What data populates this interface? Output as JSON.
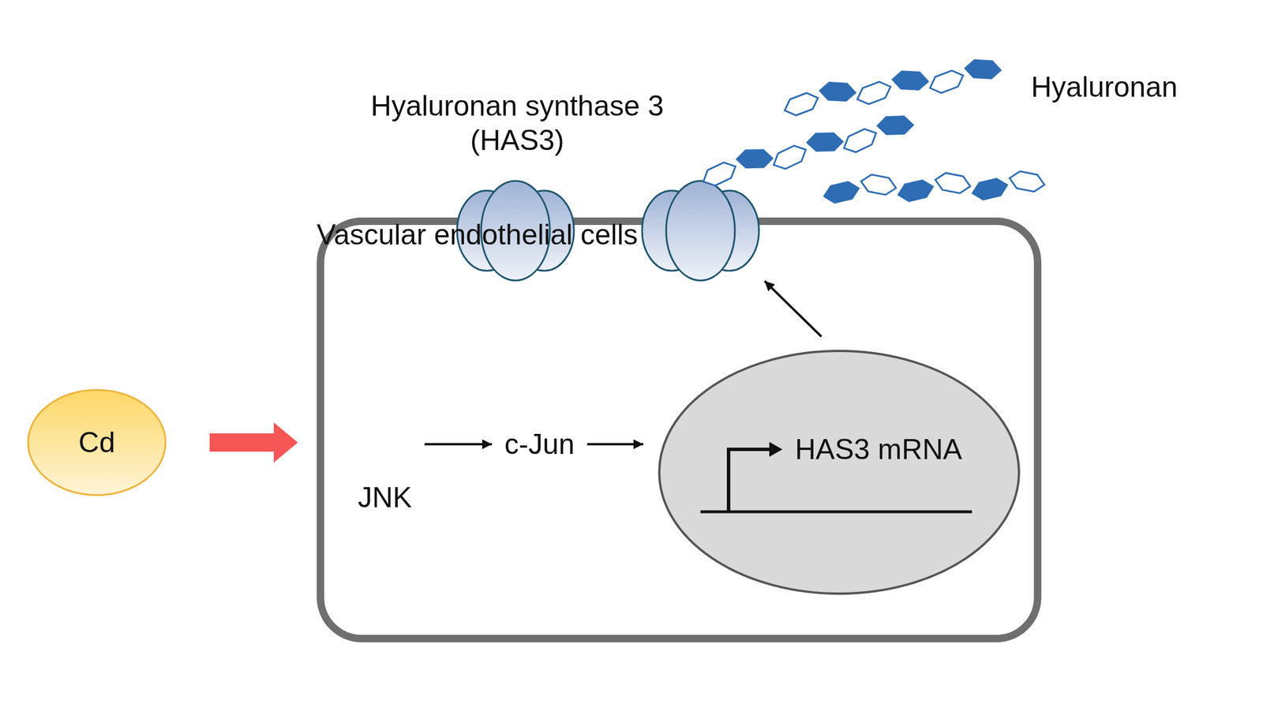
{
  "diagram": {
    "nodes": [
      {
        "text": [
          "Cd"
        ]
      },
      {
        "text": [
          "Vascular endothelial cells"
        ]
      },
      {
        "text": [
          "JNK"
        ],
        "in": 1
      },
      {
        "text": [
          "c-Jun"
        ],
        "in": 1
      },
      {
        "text": [
          "HAS3 mRNA"
        ],
        "in": 1
      }
    ],
    "edges": [
      {
        "from": 0,
        "to": 1,
        "arrow": "to"
      },
      {
        "from": 2,
        "to": 3,
        "arrow": "to"
      },
      {
        "from": 3,
        "to": 4,
        "arrow": "to"
      }
    ],
    "labels": [
      "Hyaluronan synthase 3 (HAS3)",
      "Hyaluronan"
    ]
  }
}
